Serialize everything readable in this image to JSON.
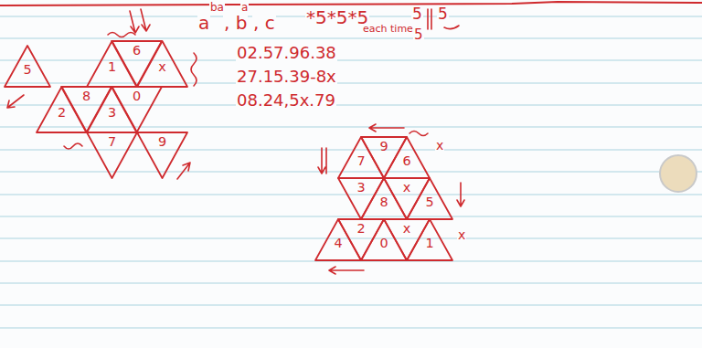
{
  "diagram": {
    "nodes": [
      {
        "text": [
          "5"
        ]
      },
      {
        "text": [
          "1"
        ]
      },
      {
        "text": [
          "6"
        ]
      },
      {
        "text": [
          "x"
        ]
      },
      {
        "text": [
          "2"
        ]
      },
      {
        "text": [
          "8"
        ]
      },
      {
        "text": [
          "3"
        ]
      },
      {
        "text": [
          "0"
        ]
      },
      {
        "text": [
          "7"
        ]
      },
      {
        "text": [
          "9"
        ]
      },
      {
        "text": [
          "7"
        ]
      },
      {
        "text": [
          "9"
        ]
      },
      {
        "text": [
          "6"
        ]
      },
      {
        "text": [
          "3"
        ]
      },
      {
        "text": [
          "8"
        ]
      },
      {
        "text": [
          "x"
        ]
      },
      {
        "text": [
          "5"
        ]
      },
      {
        "text": [
          "4"
        ]
      },
      {
        "text": [
          "2"
        ]
      },
      {
        "text": [
          "0"
        ]
      },
      {
        "text": [
          "x"
        ]
      },
      {
        "text": [
          "1"
        ]
      }
    ],
    "labels": [
      "a",
      "ba",
      ", b",
      "a",
      ", c",
      "*5*5*5",
      "each time",
      "5",
      "5",
      "5",
      "02.57.96.38",
      "27.15.39-8x",
      "08.24,5x.79",
      "x",
      "x"
    ]
  }
}
